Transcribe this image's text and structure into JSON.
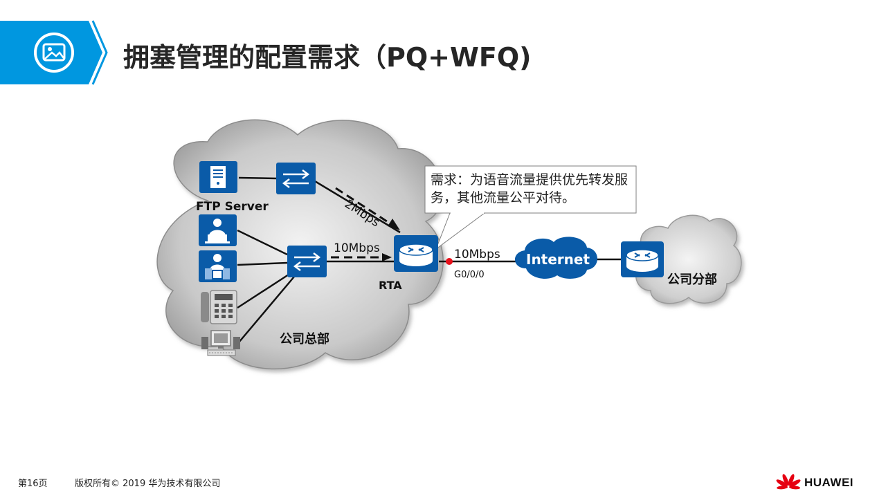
{
  "header": {
    "title": "拥塞管理的配置需求（PQ+WFQ)",
    "icon": "image-icon",
    "accent_color": "#0097e0"
  },
  "diagram": {
    "callout": "需求：为语音流量提供优先转发服务，其他流量公平对待。",
    "labels": {
      "ftp_server": "FTP Server",
      "link_2mbps": "2Mbps",
      "link_10mbps_left": "10Mbps",
      "link_10mbps_right": "10Mbps",
      "router_rta": "RTA",
      "interface": "G0/0/0",
      "internet": "Internet",
      "branch": "公司分部",
      "hq": "公司总部"
    },
    "device_color": "#0a5ba8"
  },
  "footer": {
    "page": "第16页",
    "copyright": "版权所有© 2019 华为技术有限公司",
    "brand": "HUAWEI",
    "brand_color": "#e60012"
  }
}
